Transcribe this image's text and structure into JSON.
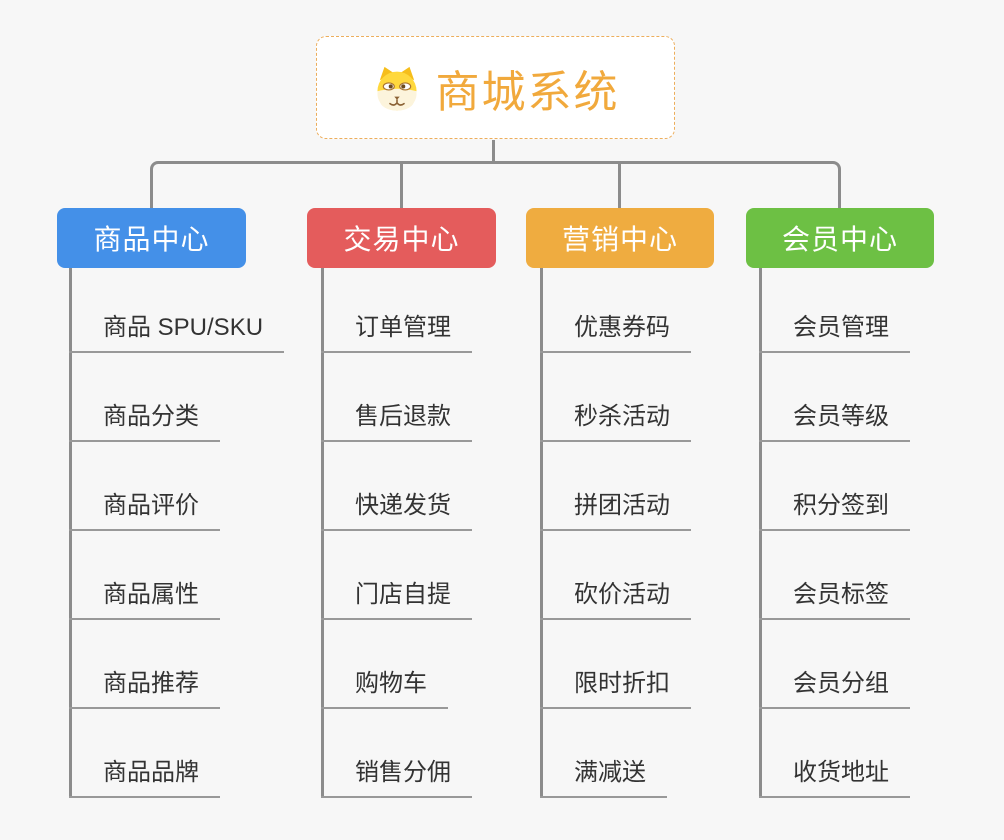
{
  "root": {
    "title": "商城系统",
    "icon": "dog-icon",
    "title_color": "#F1A93C",
    "border_color": "#EDAE5C"
  },
  "branches": [
    {
      "label": "商品中心",
      "color": "#4490E8",
      "children": [
        "商品 SPU/SKU",
        "商品分类",
        "商品评价",
        "商品属性",
        "商品推荐",
        "商品品牌"
      ]
    },
    {
      "label": "交易中心",
      "color": "#E45C5C",
      "children": [
        "订单管理",
        "售后退款",
        "快递发货",
        "门店自提",
        "购物车",
        "销售分佣"
      ]
    },
    {
      "label": "营销中心",
      "color": "#EFAC40",
      "children": [
        "优惠券码",
        "秒杀活动",
        "拼团活动",
        "砍价活动",
        "限时折扣",
        "满减送"
      ]
    },
    {
      "label": "会员中心",
      "color": "#6DC044",
      "children": [
        "会员管理",
        "会员等级",
        "积分签到",
        "会员标签",
        "会员分组",
        "收货地址"
      ]
    }
  ],
  "colors": {
    "background": "#F7F7F7",
    "connector": "#8C8C8C",
    "leaf_underline": "#999999",
    "leaf_text": "#333333"
  }
}
